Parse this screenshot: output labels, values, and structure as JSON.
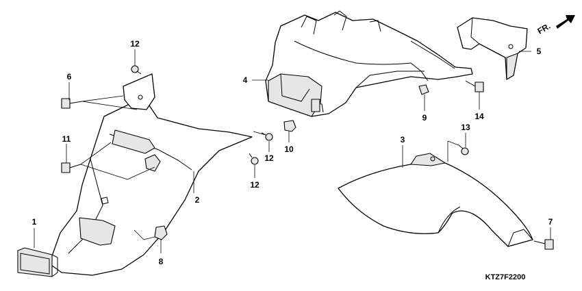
{
  "callouts": {
    "c1": "1",
    "c2": "2",
    "c3": "3",
    "c4": "4",
    "c5": "5",
    "c6": "6",
    "c7": "7",
    "c8": "8",
    "c9": "9",
    "c10": "10",
    "c11": "11",
    "c12a": "12",
    "c12b": "12",
    "c12c": "12",
    "c13": "13",
    "c14": "14"
  },
  "direction_label": "FR.",
  "diagram_code": "KTZ7F2200"
}
